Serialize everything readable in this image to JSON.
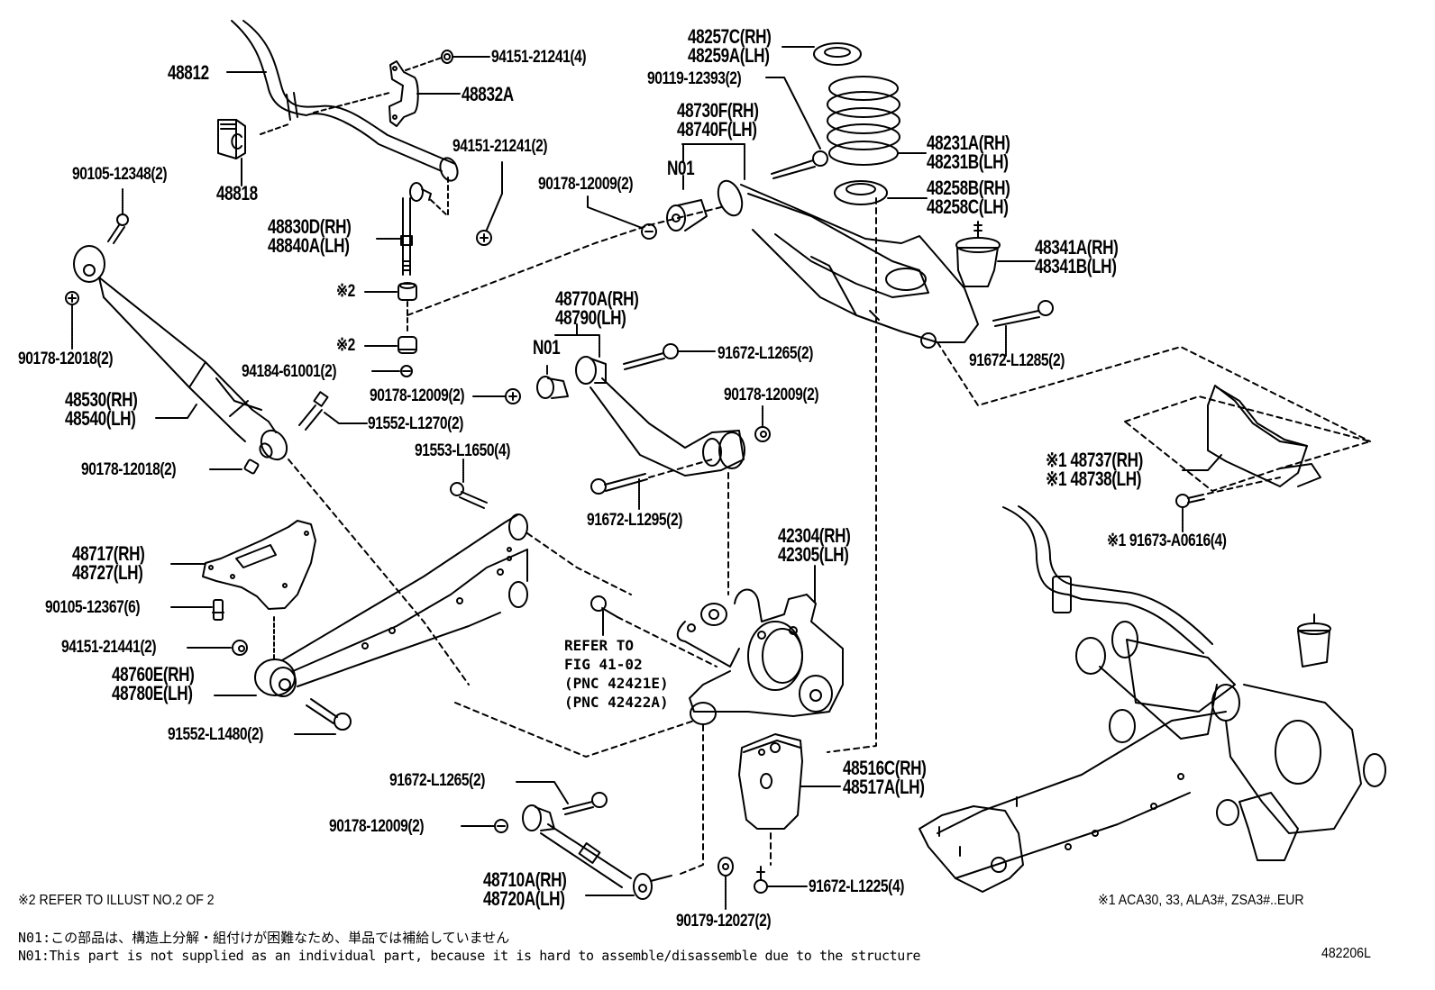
{
  "figure_id": "482206L",
  "labels": {
    "p48812": "48812",
    "p94151_21241_4": "94151-21241(4)",
    "p48832A": "48832A",
    "p94151_21241_2": "94151-21241(2)",
    "p90105_12348": "90105-12348(2)",
    "p48818": "48818",
    "p48830D": "48830D(RH)",
    "p48840A": "48840A(LH)",
    "star2_a": "※2",
    "star2_b": "※2",
    "p94184_61001": "94184-61001(2)",
    "p90178_12018_top": "90178-12018(2)",
    "p48530": "48530(RH)",
    "p48540": "48540(LH)",
    "p90178_12009_a": "90178-12009(2)",
    "p91552_L1270": "91552-L1270(2)",
    "p90178_12018_bot": "90178-12018(2)",
    "p91553_L1650": "91553-L1650(4)",
    "p48717": "48717(RH)",
    "p48727": "48727(LH)",
    "p90105_12367": "90105-12367(6)",
    "p94151_21441": "94151-21441(2)",
    "p48760E": "48760E(RH)",
    "p48780E": "48780E(LH)",
    "p91552_L1480": "91552-L1480(2)",
    "p48257C": "48257C(RH)",
    "p48259A": "48259A(LH)",
    "p90119_12393": "90119-12393(2)",
    "p48730F": "48730F(RH)",
    "p48740F": "48740F(LH)",
    "n01_upper": "N01",
    "p90178_12009_b": "90178-12009(2)",
    "p48231A": "48231A(RH)",
    "p48231B": "48231B(LH)",
    "p48258B": "48258B(RH)",
    "p48258C": "48258C(LH)",
    "p48341A": "48341A(RH)",
    "p48341B": "48341B(LH)",
    "p91672_L1285": "91672-L1285(2)",
    "p48770A": "48770A(RH)",
    "p48790": "48790(LH)",
    "n01_lower": "N01",
    "p91672_L1265_a": "91672-L1265(2)",
    "p90178_12009_c": "90178-12009(2)",
    "p91672_L1295": "91672-L1295(2)",
    "p42304": "42304(RH)",
    "p42305": "42305(LH)",
    "refer_1": "REFER TO",
    "refer_2": "FIG 41-02",
    "refer_3": "(PNC 42421E)",
    "refer_4": "(PNC 42422A)",
    "p48737": "※1 48737(RH)",
    "p48738": "※1 48738(LH)",
    "p91673_A0616": "※1 91673-A0616(4)",
    "p48516C": "48516C(RH)",
    "p48517A": "48517A(LH)",
    "p91672_L1265_b": "91672-L1265(2)",
    "p90178_12009_d": "90178-12009(2)",
    "p48710A": "48710A(RH)",
    "p48720A": "48720A(LH)",
    "p91672_L1225": "91672-L1225(4)",
    "p90179_12027": "90179-12027(2)"
  },
  "notes": {
    "star2_note": "※2 REFER TO ILLUST NO.2 OF 2",
    "star1_note": "※1 ACA30, 33, ALA3#, ZSA3#..EUR",
    "n01_jp": "N01:この部品は、構造上分解・組付けが困難なため、単品では補給していません",
    "n01_en": "N01:This part is not supplied as an individual part, because it is hard to assemble/disassemble due to the structure",
    "figure_number": "482206L"
  },
  "parts": [
    {
      "id": "stabilizer-bar",
      "icon": "stabilizer-bar"
    },
    {
      "id": "stabilizer-bracket",
      "icon": "bracket"
    },
    {
      "id": "stabilizer-bushing",
      "icon": "bushing"
    },
    {
      "id": "stabilizer-link",
      "icon": "link-rod"
    },
    {
      "id": "shock-absorber",
      "icon": "shock-absorber"
    },
    {
      "id": "coil-spring",
      "icon": "coil-spring"
    },
    {
      "id": "spring-insulator-upper",
      "icon": "ring"
    },
    {
      "id": "spring-insulator-lower",
      "icon": "ring"
    },
    {
      "id": "bump-stopper",
      "icon": "bump-stopper"
    },
    {
      "id": "lower-arm-no2",
      "icon": "control-arm"
    },
    {
      "id": "upper-arm",
      "icon": "control-arm"
    },
    {
      "id": "trailing-arm",
      "icon": "trailing-arm"
    },
    {
      "id": "trailing-arm-bracket",
      "icon": "bracket"
    },
    {
      "id": "rear-axle-carrier",
      "icon": "knuckle"
    },
    {
      "id": "toe-adjust-arm",
      "icon": "link-rod"
    },
    {
      "id": "arm-cover",
      "icon": "cover"
    },
    {
      "id": "assembled-view",
      "icon": "assembly"
    }
  ]
}
